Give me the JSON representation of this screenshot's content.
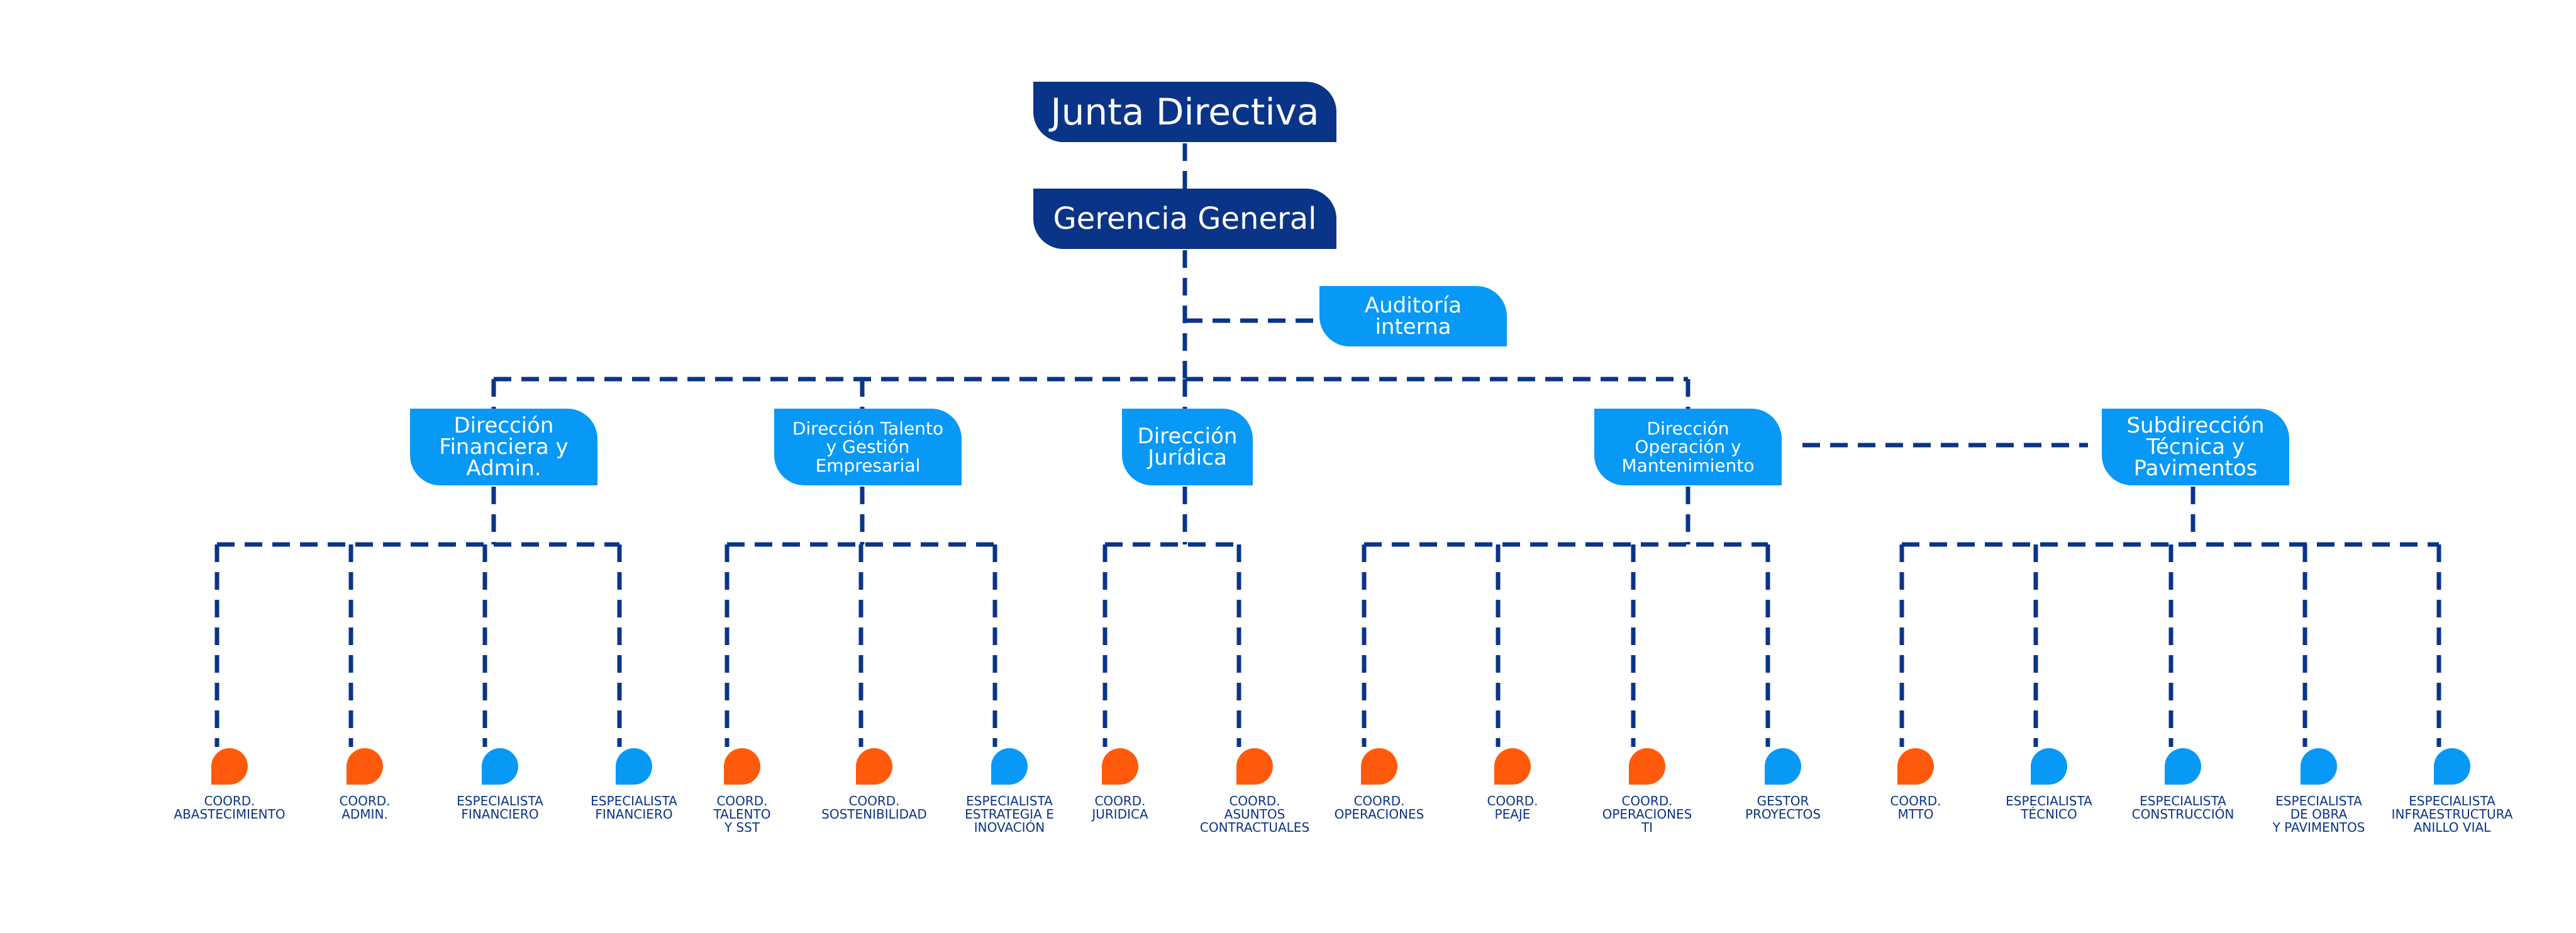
{
  "top": {
    "board": "Junta Directiva",
    "general": "Gerencia General",
    "audit": "Auditoría\ninterna"
  },
  "directions": [
    "Dirección\nFinanciera y\nAdmin.",
    "Dirección Talento\ny Gestión\nEmpresarial",
    "Dirección\nJurídica",
    "Dirección\nOperación y\nMantenimiento",
    "Subdirección\nTécnica y\nPavimentos"
  ],
  "leaves": [
    {
      "label": "COORD.\nABASTECIMIENTO",
      "color": "#ff5a0c"
    },
    {
      "label": "COORD.\nADMIN.",
      "color": "#ff5a0c"
    },
    {
      "label": "ESPECIALISTA\nFINANCIERO",
      "color": "#0899f7"
    },
    {
      "label": "ESPECIALISTA\nFINANCIERO",
      "color": "#0899f7"
    },
    {
      "label": "COORD.\nTALENTO\nY SST",
      "color": "#ff5a0c"
    },
    {
      "label": "COORD.\nSOSTENIBILIDAD",
      "color": "#ff5a0c"
    },
    {
      "label": "ESPECIALISTA\nESTRATEGIA E\nINOVACIÓN",
      "color": "#0899f7"
    },
    {
      "label": "COORD.\nJURIDICA",
      "color": "#ff5a0c"
    },
    {
      "label": "COORD.\nASUNTOS\nCONTRACTUALES",
      "color": "#ff5a0c"
    },
    {
      "label": "COORD.\nOPERACIONES",
      "color": "#ff5a0c"
    },
    {
      "label": "COORD.\nPEAJE",
      "color": "#ff5a0c"
    },
    {
      "label": "COORD.\nOPERACIONES\nTI",
      "color": "#ff5a0c"
    },
    {
      "label": "GESTOR\nPROYECTOS",
      "color": "#0899f7"
    },
    {
      "label": "COORD.\nMTTO",
      "color": "#ff5a0c"
    },
    {
      "label": "ESPECIALISTA\nTÉCNICO",
      "color": "#0899f7"
    },
    {
      "label": "ESPECIALISTA\nCONSTRUCCIÓN",
      "color": "#0899f7"
    },
    {
      "label": "ESPECIALISTA\nDE OBRA\nY PAVIMENTOS",
      "color": "#0899f7"
    },
    {
      "label": "ESPECIALISTA\nINFRAESTRUCTURA\nANILLO VIAL",
      "color": "#0899f7"
    }
  ],
  "colors": {
    "dark_blue": "#0a3487",
    "light_blue": "#0899f7",
    "orange": "#ff5a0c"
  }
}
